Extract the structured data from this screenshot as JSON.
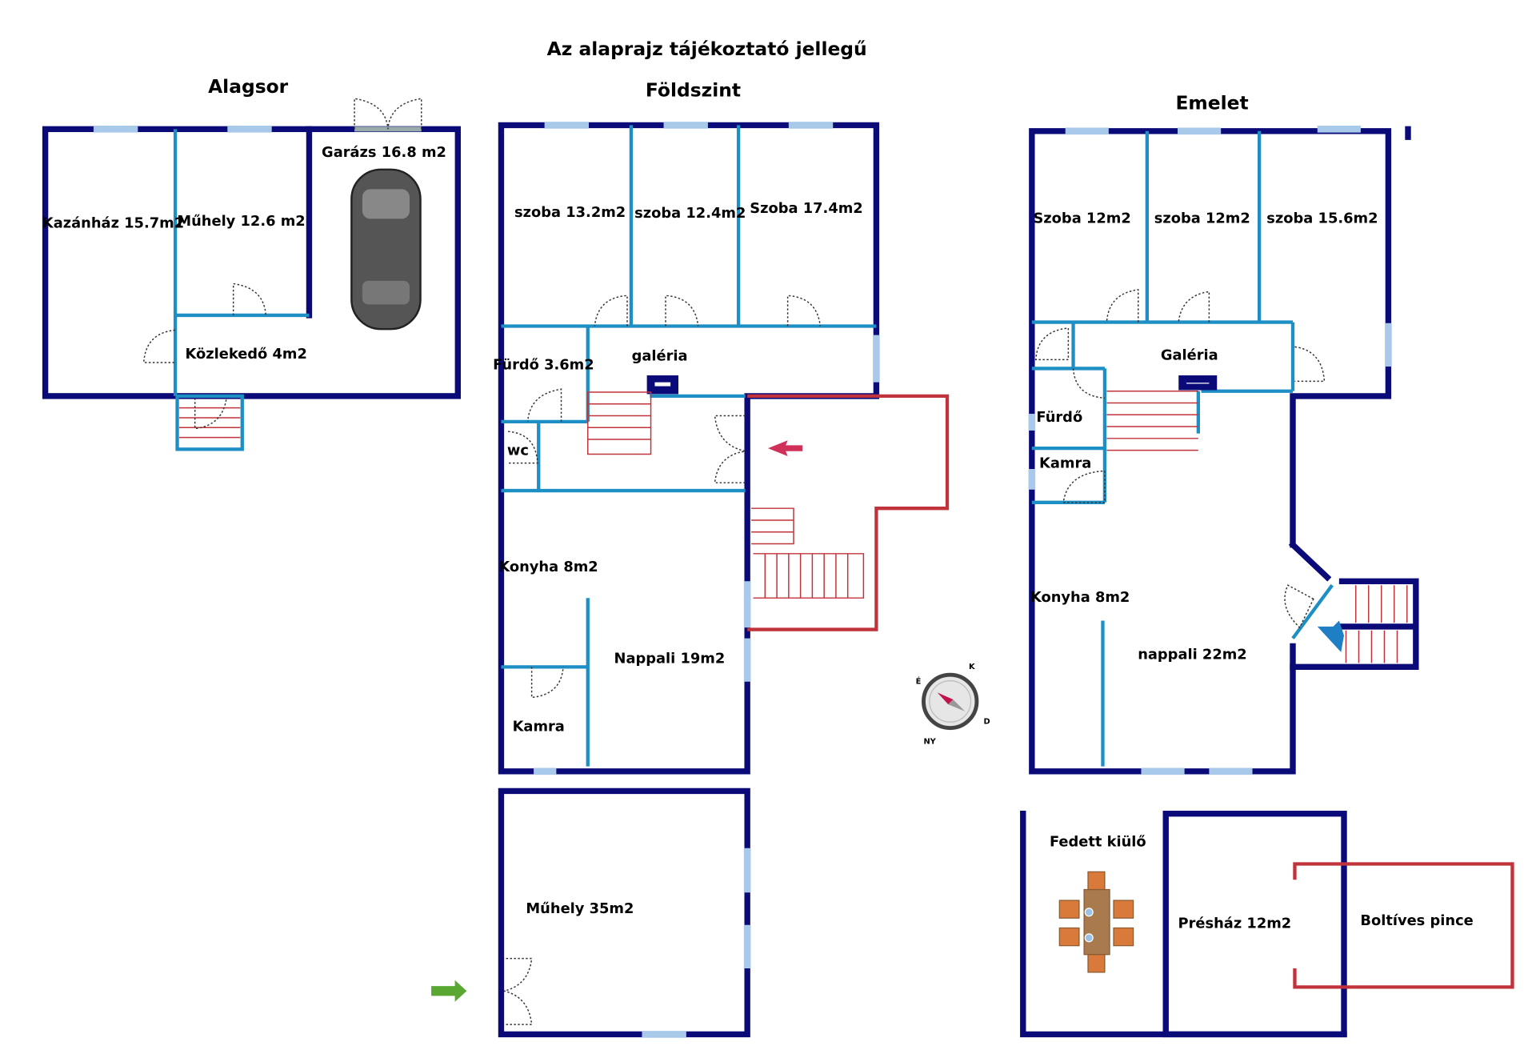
{
  "headline": "Az alaprajz tájékoztató jellegű",
  "floors": {
    "basement": {
      "title": "Alagsor",
      "rooms": [
        "Kazánház 15.7m2",
        "Műhely 12.6 m2",
        "Garázs 16.8 m2",
        "Közlekedő 4m2"
      ]
    },
    "ground": {
      "title": "Földszint",
      "rooms": [
        "szoba 13.2m2",
        "szoba 12.4m2",
        "Szoba 17.4m2",
        "Fürdő 3.6m2",
        "galéria",
        "wc",
        "Konyha 8m2",
        "Nappali 19m2",
        "Kamra",
        "Műhely 35m2"
      ]
    },
    "upper": {
      "title": "Emelet",
      "rooms": [
        "Szoba 12m2",
        "szoba 12m2",
        "szoba 15.6m2",
        "Galéria",
        "Fürdő",
        "Kamra",
        "Konyha 8m2",
        "nappali 22m2"
      ]
    },
    "outbuildings": {
      "rooms": [
        "Fedett kiülő",
        "Présház 12m2",
        "Boltíves pince"
      ]
    }
  },
  "compass": {
    "labels": [
      "É",
      "K",
      "D",
      "NY"
    ]
  },
  "colors": {
    "outer_wall": "#0a0a78",
    "inner_wall": "#1e8fc4",
    "outline_red": "#c0333a",
    "window": "#a9c9ea"
  }
}
